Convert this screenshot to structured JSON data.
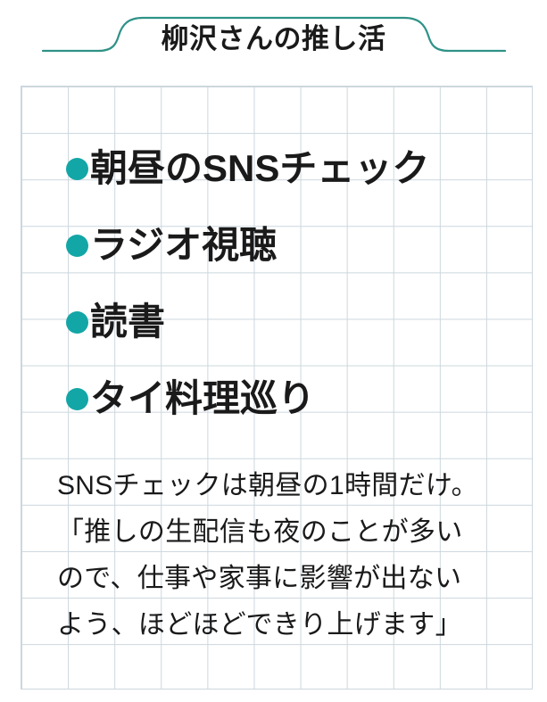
{
  "header": {
    "title": "柳沢さんの推し活",
    "banner_color": "#2f9287",
    "title_color": "#1a1a1a"
  },
  "paper": {
    "grid_line_color": "#ccd7de",
    "background_color": "#ffffff"
  },
  "activity_list": {
    "bullet_color": "#13a6a6",
    "items": [
      {
        "label": "朝昼のSNSチェック"
      },
      {
        "label": "ラジオ視聴"
      },
      {
        "label": "読書"
      },
      {
        "label": "タイ料理巡り"
      }
    ]
  },
  "note": {
    "lines": [
      "SNSチェックは朝昼の1時間だけ。",
      "「推しの生配信も夜のことが多い",
      "ので、仕事や家事に影響が出ない",
      "よう、ほどほどできり上げます」"
    ]
  }
}
